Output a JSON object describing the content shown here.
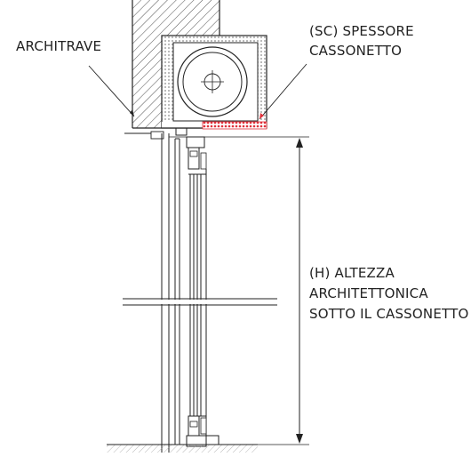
{
  "labels": {
    "architrave": "ARCHITRAVE",
    "sc_line1": "(SC) SPESSORE",
    "sc_line2": "CASSONETTO",
    "h_line1": "(H) ALTEZZA",
    "h_line2": "ARCHITETTONICA",
    "h_line3": "SOTTO IL CASSONETTO"
  },
  "colors": {
    "line": "#222222",
    "highlight": "#e0303a",
    "insulation": "#9a9a9a"
  }
}
